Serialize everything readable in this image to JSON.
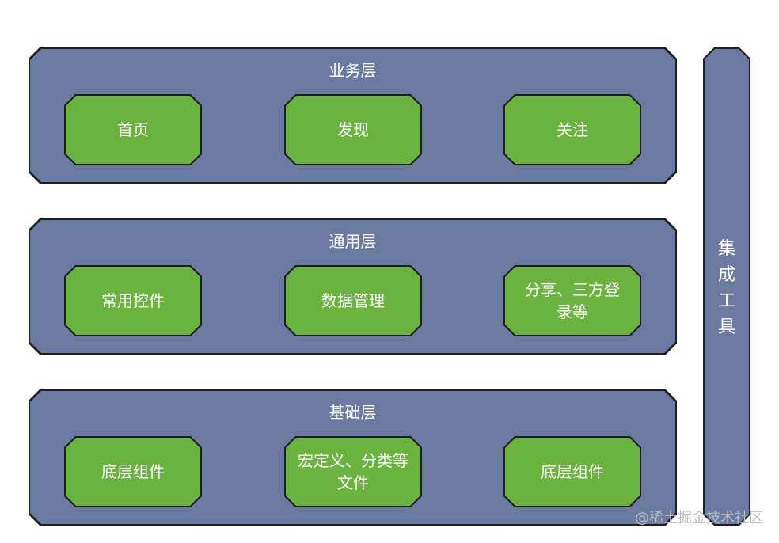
{
  "layers": [
    {
      "title": "业务层",
      "items": [
        "首页",
        "发现",
        "关注"
      ]
    },
    {
      "title": "通用层",
      "items": [
        "常用控件",
        "数据管理",
        "分享、三方登录等"
      ]
    },
    {
      "title": "基础层",
      "items": [
        "底层组件",
        "宏定义、分类等文件",
        "底层组件"
      ]
    }
  ],
  "side": {
    "chars": [
      "集",
      "成",
      "工",
      "具"
    ]
  },
  "watermark": "@稀土掘金技术社区",
  "colors": {
    "layer_fill": "#6b7aa1",
    "box_fill": "#6bb33f",
    "border": "#1f1f1f",
    "text": "#ffffff"
  }
}
